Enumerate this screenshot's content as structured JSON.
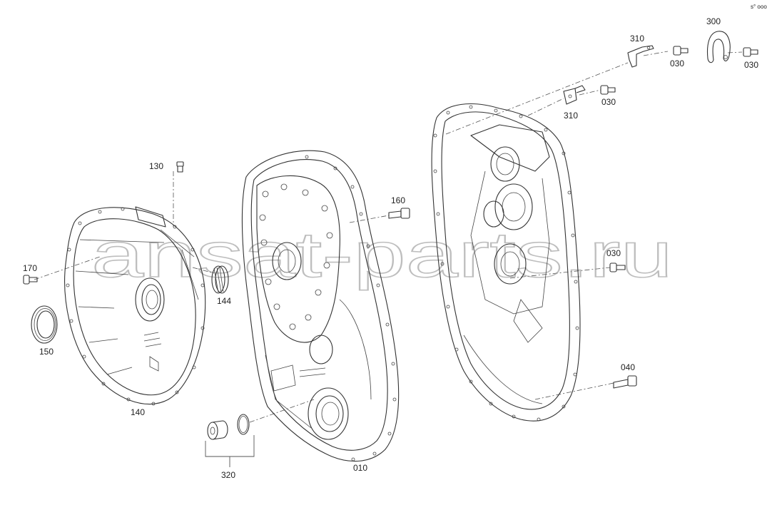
{
  "corner_mark": "s° ooo",
  "watermark": "ansat-parts.ru",
  "callouts": {
    "c300": "300",
    "c310a": "310",
    "c030a": "030",
    "c030b": "030",
    "c310b": "310",
    "c030c": "030",
    "c130": "130",
    "c160": "160",
    "c170": "170",
    "c144": "144",
    "c150": "150",
    "c140": "140",
    "c030d": "030",
    "c040": "040",
    "c320": "320",
    "c010": "010"
  }
}
